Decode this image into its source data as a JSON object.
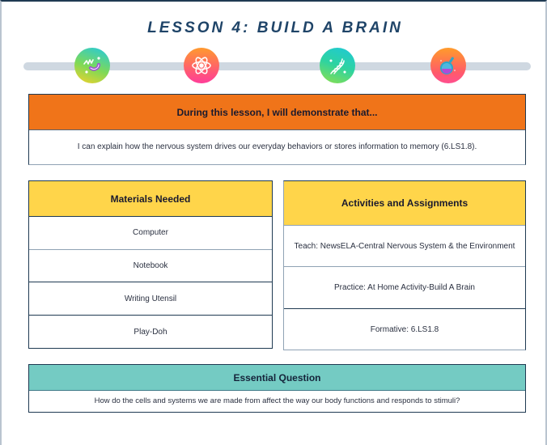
{
  "page": {
    "title": "LESSON 4: BUILD A BRAIN"
  },
  "progress": {
    "icons": [
      {
        "name": "magnet-icon",
        "gradient": [
          "#22c9e0",
          "#7ed957",
          "#f4d12a"
        ]
      },
      {
        "name": "atom-icon",
        "gradient": [
          "#ff9a2e",
          "#ff5a73",
          "#ff3d9a"
        ]
      },
      {
        "name": "dna-icon",
        "gradient": [
          "#1ec8d8",
          "#2ed3a0",
          "#8ee04a"
        ]
      },
      {
        "name": "flask-icon",
        "gradient": [
          "#ff9c2b",
          "#ff5a6a",
          "#ff4f8f"
        ]
      }
    ],
    "track_color": "#cfd8e1"
  },
  "demonstrate": {
    "header": "During this lesson, I will demonstrate that...",
    "text": "I can explain how the nervous system drives our everyday behaviors or stores information to memory (6.LS1.8).",
    "color": "#f07419"
  },
  "materials": {
    "header": "Materials Needed",
    "items": [
      "Computer",
      "Notebook",
      "Writing Utensil",
      "Play-Doh"
    ],
    "color": "#ffd54a"
  },
  "activities": {
    "header": "Activities and Assignments",
    "items": [
      "Teach: NewsELA-Central Nervous System & the Environment",
      "Practice: At Home Activity-Build A Brain",
      "Formative: 6.LS1.8"
    ],
    "color": "#ffd54a"
  },
  "essential_question": {
    "header": "Essential Question",
    "text": "How do the cells and systems we are made from affect the way our body functions and responds to stimuli?",
    "color": "#74cbc3"
  }
}
